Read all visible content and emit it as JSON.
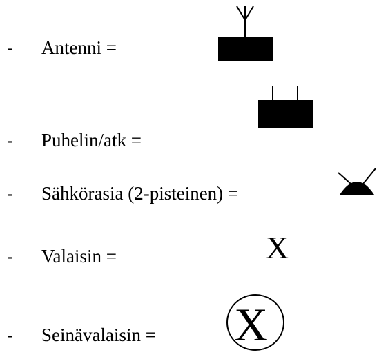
{
  "legend": {
    "items": [
      {
        "bullet": "-",
        "label": "Antenni =",
        "symbol": "antenna-symbol-icon"
      },
      {
        "bullet": "-",
        "label": "Puhelin/atk =",
        "symbol": "phone-data-outlet-symbol-icon"
      },
      {
        "bullet": "-",
        "label": "Sähkörasia  (2-pisteinen) =",
        "symbol": "electrical-socket-symbol-icon"
      },
      {
        "bullet": "-",
        "label": "Valaisin =",
        "symbol": "light-fixture-symbol-icon",
        "symbol_text": "X"
      },
      {
        "bullet": "-",
        "label": "Seinävalaisin =",
        "symbol": "wall-light-symbol-icon",
        "symbol_text": "X"
      }
    ]
  }
}
